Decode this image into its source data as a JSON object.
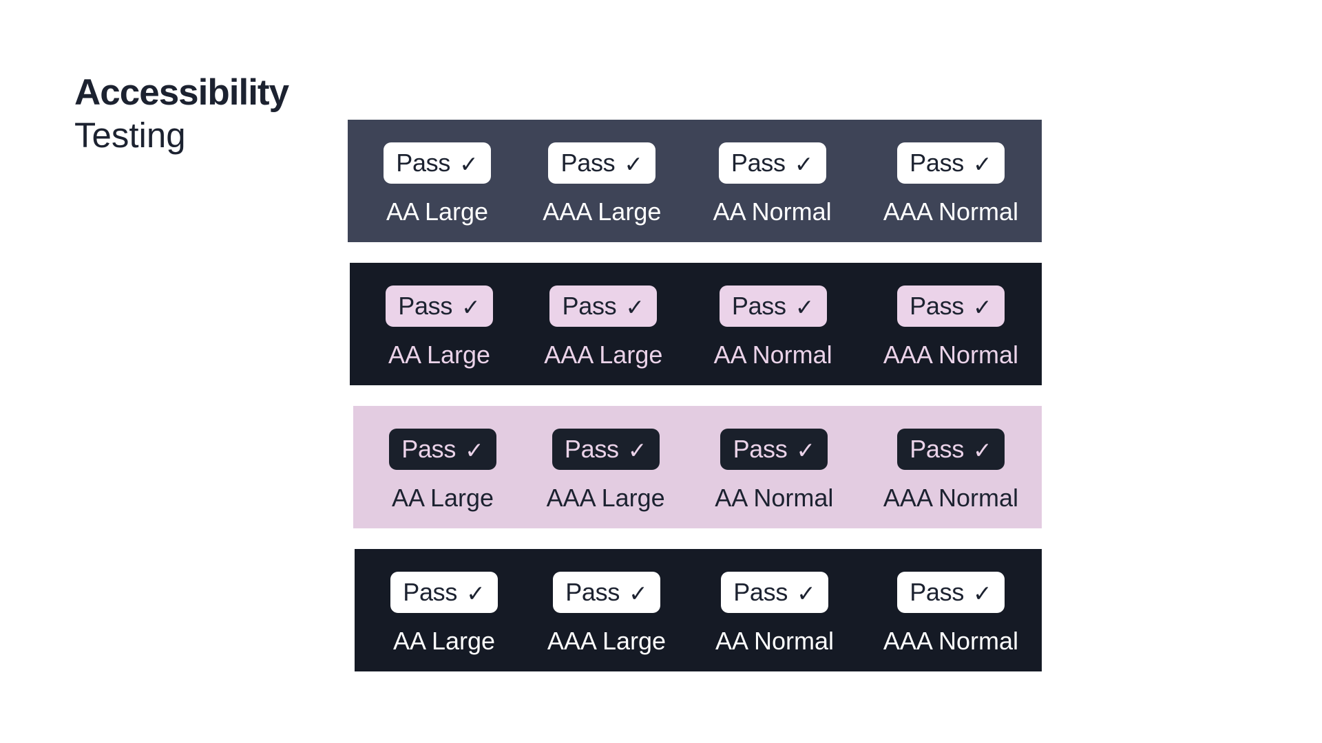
{
  "title": {
    "line1": "Accessibility",
    "line2": "Testing"
  },
  "badge": {
    "text": "Pass",
    "check_icon": "✓"
  },
  "levels": [
    "AA Large",
    "AAA Large",
    "AA Normal",
    "AAA Normal"
  ],
  "colors": {
    "page_bg": "#ffffff",
    "ink": "#1c2230",
    "slate": "#3e4457",
    "near_black": "#151a25",
    "pink_badge": "#ebd3e9",
    "pink_row": "#e3cce1",
    "white": "#ffffff"
  },
  "rows": [
    {
      "id": "slate-white-badges",
      "bg": "#3e4457",
      "badge_bg": "#ffffff",
      "badge_fg": "#1c2230",
      "label_fg": "#ffffff"
    },
    {
      "id": "dark-pink-badges",
      "bg": "#151a25",
      "badge_bg": "#ebd3e9",
      "badge_fg": "#1c2230",
      "label_fg": "#ebd3e9"
    },
    {
      "id": "pink-dark-badges",
      "bg": "#e3cce1",
      "badge_bg": "#1a202b",
      "badge_fg": "#ebd3e9",
      "label_fg": "#1c2230"
    },
    {
      "id": "dark-white-badges",
      "bg": "#151a25",
      "badge_bg": "#ffffff",
      "badge_fg": "#1c2230",
      "label_fg": "#ffffff"
    }
  ]
}
